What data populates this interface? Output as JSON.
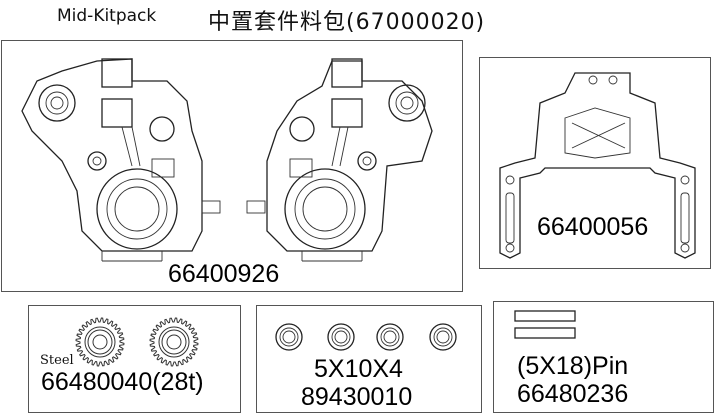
{
  "header": {
    "kit_name": "Mid-Kitpack",
    "kit_name_cn": "中置套件料包(67000020)"
  },
  "parts": [
    {
      "code": "66400926"
    },
    {
      "code": "66400056"
    },
    {
      "code": "66480040(28t)",
      "material": "Steel"
    },
    {
      "size": "5X10X4",
      "code": "89430010"
    },
    {
      "size": "(5X18)Pin",
      "code": "66480236"
    }
  ]
}
